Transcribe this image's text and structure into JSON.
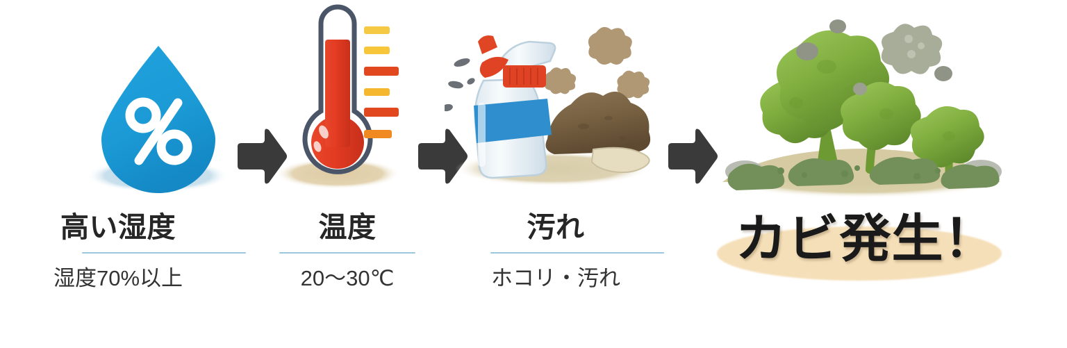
{
  "infographic": {
    "background_color": "#ffffff",
    "flow_direction": "left-to-right",
    "accent_rule_color": "#9cc5de",
    "arrow_color": "#3a3a3a",
    "result_highlight_color": "#f5dfb8"
  },
  "stages": [
    {
      "id": "humidity",
      "icon": "water-drop-percent-icon",
      "icon_symbol": "%",
      "icon_color": "#1b9ad6",
      "shadow_color": "#c5ddea",
      "title": "高い湿度",
      "subtitle": "湿度70%以上"
    },
    {
      "id": "temperature",
      "icon": "thermometer-icon",
      "icon_color": "#e23b22",
      "shadow_color": "#e3d3b0",
      "title": "温度",
      "subtitle": "20〜30℃"
    },
    {
      "id": "dirt",
      "icon": "spray-bottle-and-dirt-icon",
      "icon_color": "#2f8fce",
      "shadow_color": "#ddd2b2",
      "title": "汚れ",
      "subtitle": "ホコリ・汚れ"
    }
  ],
  "arrows": [
    {
      "id": "arrow-1",
      "label": "leads-to"
    },
    {
      "id": "arrow-2",
      "label": "leads-to"
    },
    {
      "id": "arrow-3",
      "label": "leads-to"
    }
  ],
  "result": {
    "id": "mold-growth",
    "icon": "mold-colony-icon",
    "icon_color": "#7fad3e",
    "spore_color": "#a8ad9a",
    "ground_color": "#d9cfa8",
    "text": "カビ発生！"
  }
}
